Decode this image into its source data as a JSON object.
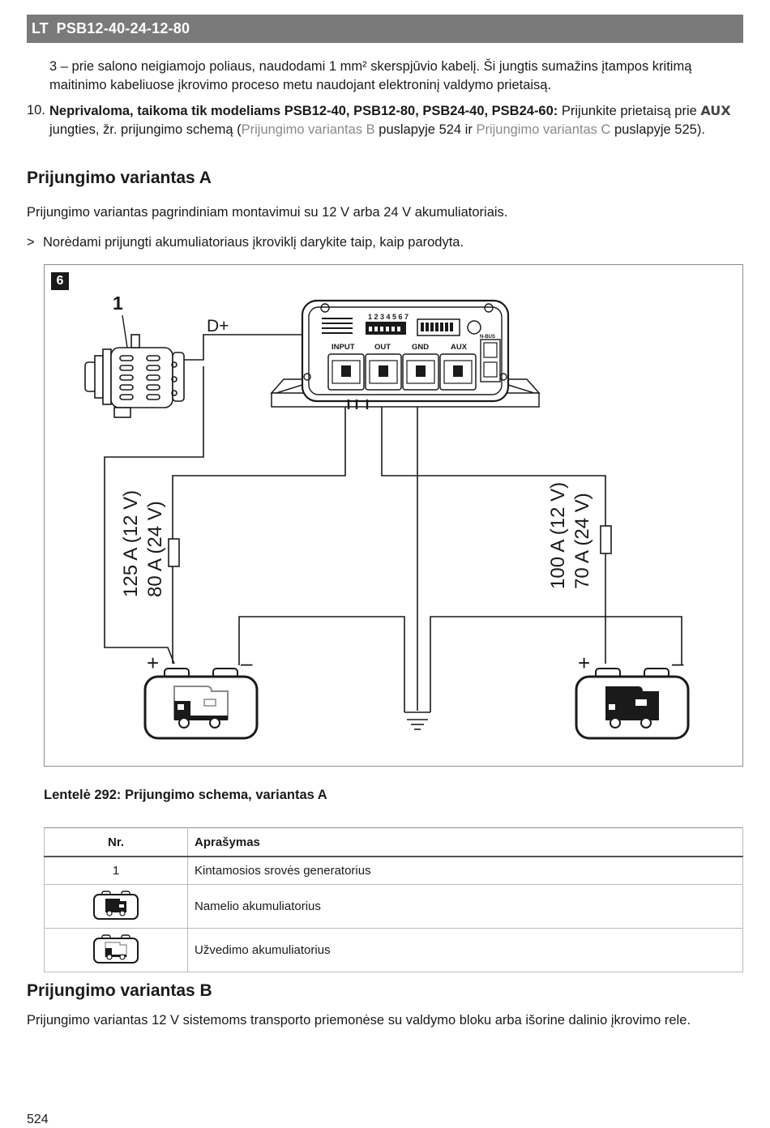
{
  "header": {
    "lang": "LT",
    "model": "PSB12-40-24-12-80"
  },
  "cont_text": "3 – prie salono neigiamojo poliaus, naudodami  1 mm²  skerspjūvio kabelį. Ši jungtis sumažins įtampos kritimą maitinimo kabeliuose įkrovimo proceso metu naudojant elektroninį valdymo prietaisą.",
  "item10": {
    "num": "10.",
    "bold": "Neprivaloma, taikoma tik modeliams PSB12-40, PSB12-80, PSB24-40, PSB24-60:",
    "t1": " Prijunkite prietaisą prie ",
    "aux": "AUX",
    "t2": " jungties, žr. prijungimo schemą (",
    "link1": "Prijungimo variantas B",
    "t3": " puslapyje 524 ir ",
    "link2": "Prijungimo variantas C",
    "t4": " puslapyje 525)."
  },
  "section_a": {
    "heading": "Prijungimo variantas A",
    "intro": "Prijungimo variantas pagrindiniam montavimui su  12 V  arba  24 V  akumuliatoriais.",
    "bullet_mark": ">",
    "bullet": "Norėdami prijungti akumuliatoriaus įkroviklį darykite taip, kaip parodyta."
  },
  "figure": {
    "number": "6",
    "callout": "1",
    "dplus": "D+",
    "ports": [
      "INPUT",
      "OUT",
      "GND",
      "AUX"
    ],
    "dip_label": "1 2 3 4 5 6 7",
    "nbus": "N-BUS",
    "fuse_left": [
      "125 A  (12 V)",
      "80 A  (24 V)"
    ],
    "fuse_right": [
      "100 A  (12 V)",
      "70 A  (24 V)"
    ],
    "plus": "+",
    "minus": "–"
  },
  "table": {
    "caption": "Lentelė 292: Prijungimo schema, variantas A",
    "headers": [
      "Nr.",
      "Aprašymas"
    ],
    "rows": [
      {
        "nr": "1",
        "desc": "Kintamosios srovės generatorius"
      },
      {
        "icon": "living-battery-icon",
        "desc": "Namelio akumuliatorius"
      },
      {
        "icon": "starter-battery-icon",
        "desc": "Užvedimo akumuliatorius"
      }
    ]
  },
  "section_b": {
    "heading": "Prijungimo variantas B",
    "intro": "Prijungimo variantas  12 V  sistemoms transporto priemonėse su valdymo bloku arba išorine dalinio įkrovimo rele."
  },
  "page_number": "524"
}
